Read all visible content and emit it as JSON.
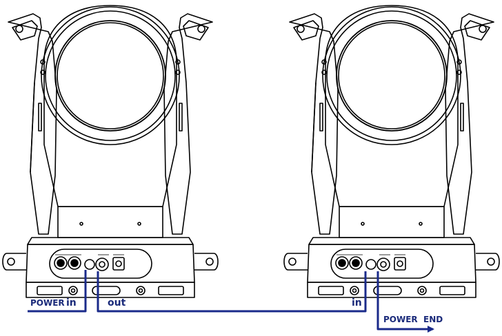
{
  "labels": {
    "power_in": "POWER",
    "in_left": "in",
    "out": "out",
    "in_right": "in",
    "power_end": "POWER  END"
  },
  "colors": {
    "line": "#1a2a8a",
    "outline": "#000000",
    "background": "#ffffff"
  },
  "fixtures": [
    {
      "id": "fixture-left",
      "role": "first-unit"
    },
    {
      "id": "fixture-right",
      "role": "second-unit"
    }
  ]
}
